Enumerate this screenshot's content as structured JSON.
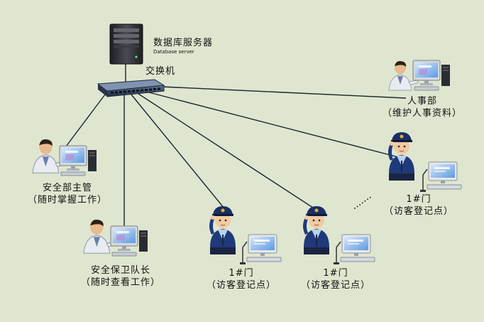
{
  "server": {
    "title": "数据库服务器",
    "subtitle": "Database server"
  },
  "switch": {
    "label": "交换机"
  },
  "nodes": {
    "hr": {
      "line1": "人事部",
      "line2": "（维护人事资料）"
    },
    "security_chief": {
      "line1": "安全部主管",
      "line2": "（随时掌握工作）"
    },
    "guard_captain": {
      "line1": "安全保卫队长",
      "line2": "（随时查看工作）"
    },
    "visitor_1": {
      "line1": "1#门",
      "line2": "（访客登记点）"
    },
    "visitor_2": {
      "line1": "1#门",
      "line2": "（访客登记点）"
    },
    "visitor_3": {
      "line1": "1#门",
      "line2": "（访客登记点）"
    }
  },
  "ellipsis": "·······",
  "colors": {
    "background": "#dfe6cf",
    "link_line": "#1a2430",
    "switch_body": "#2b3a52",
    "server_body": "#2e2f36",
    "monitor_screen": "#6fa9e6",
    "police_uniform": "#1e3a7a",
    "police_shirt": "#b9d3ef"
  },
  "icons": [
    "server-icon",
    "switch-icon",
    "office-worker-icon",
    "police-officer-icon",
    "workstation-icon"
  ]
}
